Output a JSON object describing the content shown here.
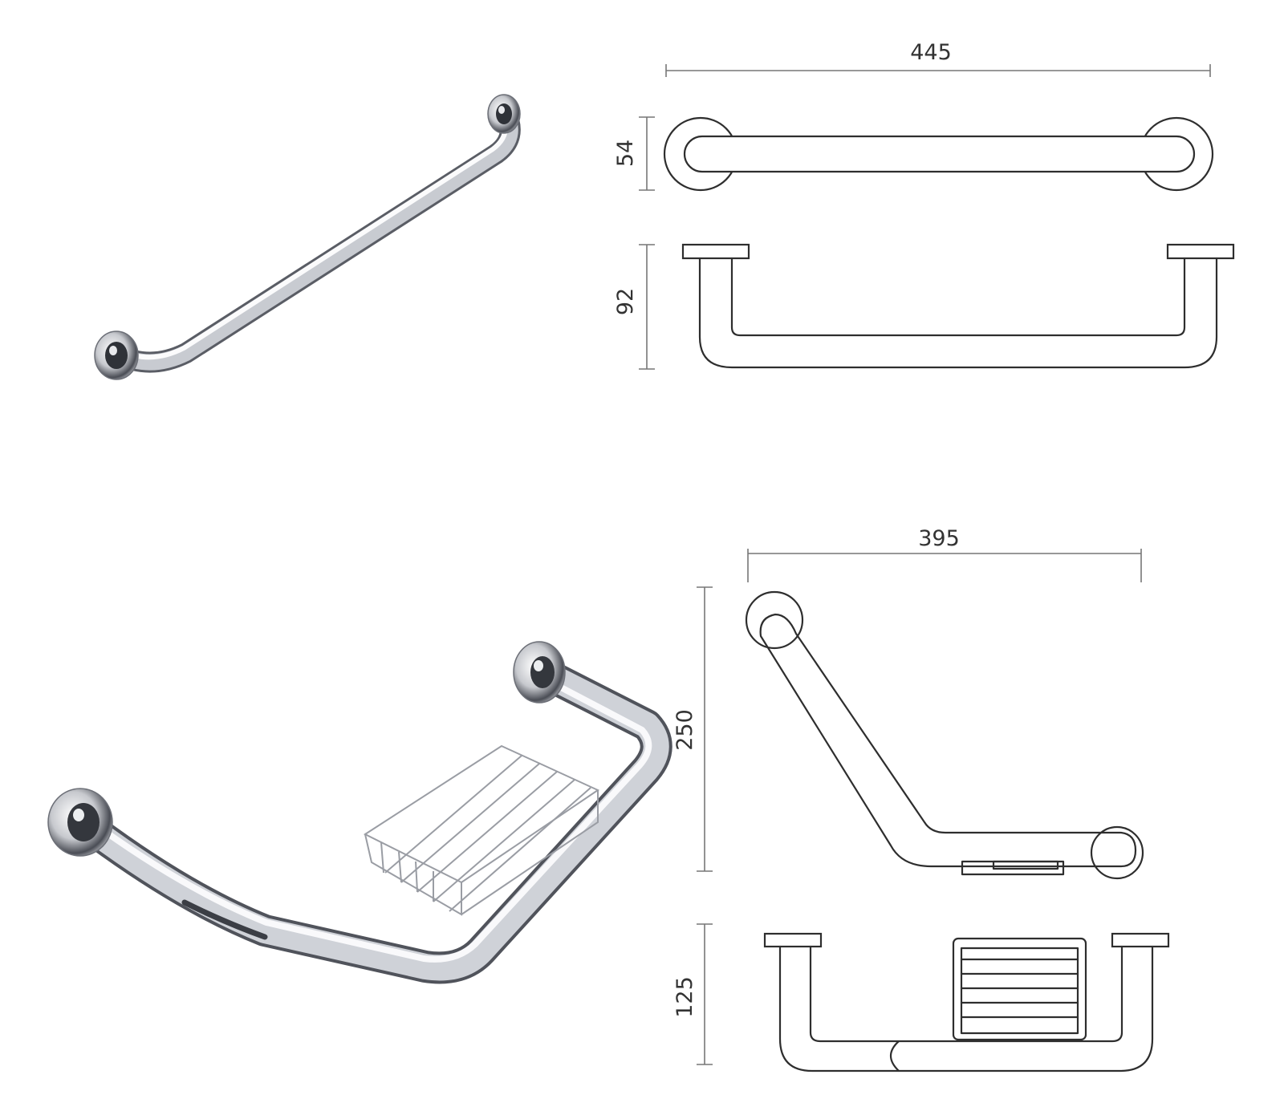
{
  "colors": {
    "line": "#2e2e2e",
    "dimension_line": "#777777",
    "chrome_light": "#f4f4f6",
    "chrome_mid": "#b9bcc3",
    "chrome_dark": "#3d4048"
  },
  "straight_bar": {
    "plan_view": {
      "width_label": "445",
      "depth_label": "54"
    },
    "side_view": {
      "projection_label": "92"
    }
  },
  "angled_bar_with_basket": {
    "front_view": {
      "width_label": "395",
      "height_label": "250"
    },
    "plan_view": {
      "projection_label": "125"
    }
  }
}
